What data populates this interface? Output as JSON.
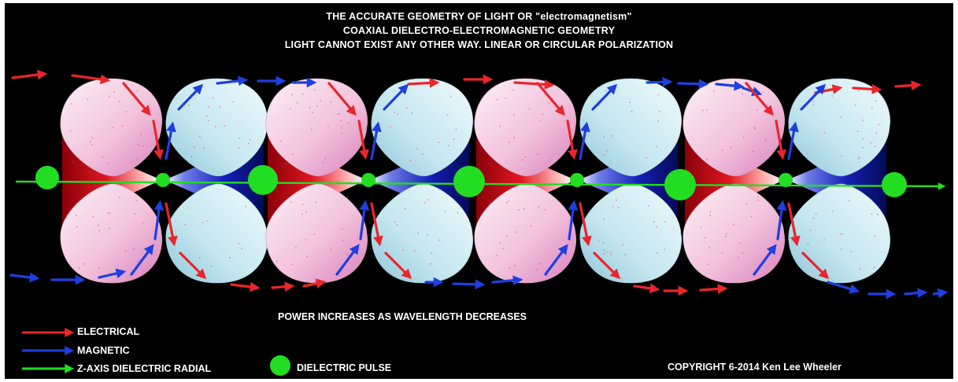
{
  "title_lines": [
    "THE ACCURATE GEOMETRY OF LIGHT OR \"electromagnetism\"",
    "COAXIAL DIELECTRO-ELECTROMAGNETIC GEOMETRY",
    "LIGHT CANNOT EXIST ANY OTHER WAY. LINEAR OR CIRCULAR POLARIZATION"
  ],
  "caption": "POWER INCREASES AS WAVELENGTH DECREASES",
  "legend": {
    "electrical": "ELECTRICAL",
    "magnetic": "MAGNETIC",
    "z_axis": "Z-AXIS DIELECTRIC RADIAL",
    "pulse": "DIELECTRIC PULSE"
  },
  "copyright": "COPYRIGHT 6-2014 Ken Lee Wheeler",
  "colors": {
    "background": "#000000",
    "electrical": "#e8262b",
    "magnetic": "#1f3fe0",
    "dielectric": "#22dd22",
    "electric_lobe": "#f4c4dc",
    "magnetic_lobe": "#bfe4ee"
  },
  "structure": {
    "wavelength_units": 4,
    "dielectric_pulses": 5
  }
}
